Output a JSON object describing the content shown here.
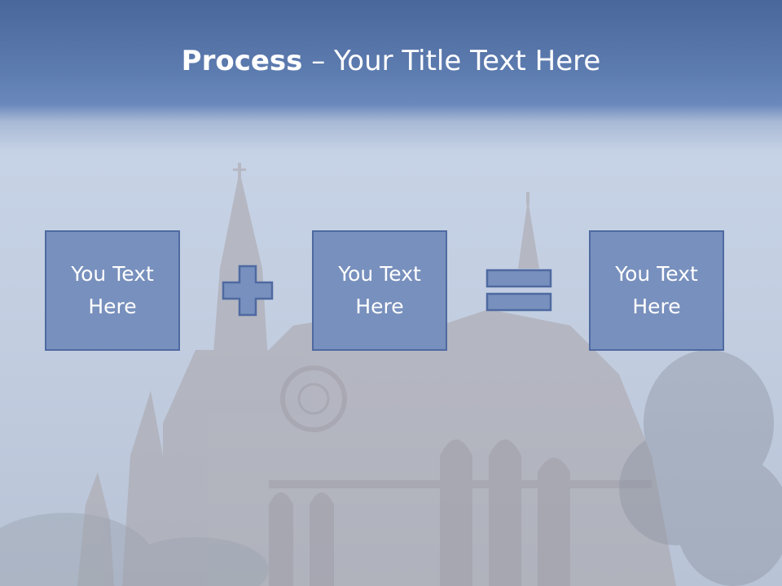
{
  "slide": {
    "title_bold": "Process",
    "title_separator": " – ",
    "title_rest": "Your Title Text Here",
    "boxes": [
      {
        "text": "You Text Here"
      },
      {
        "text": "You Text Here"
      },
      {
        "text": "You Text Here"
      }
    ],
    "operators": [
      "plus-icon",
      "equals-icon"
    ],
    "colors": {
      "header": "#5b7aae",
      "box_fill": "#7890bd",
      "box_border": "#4f6aa1",
      "background": "#c4cfe2"
    }
  }
}
